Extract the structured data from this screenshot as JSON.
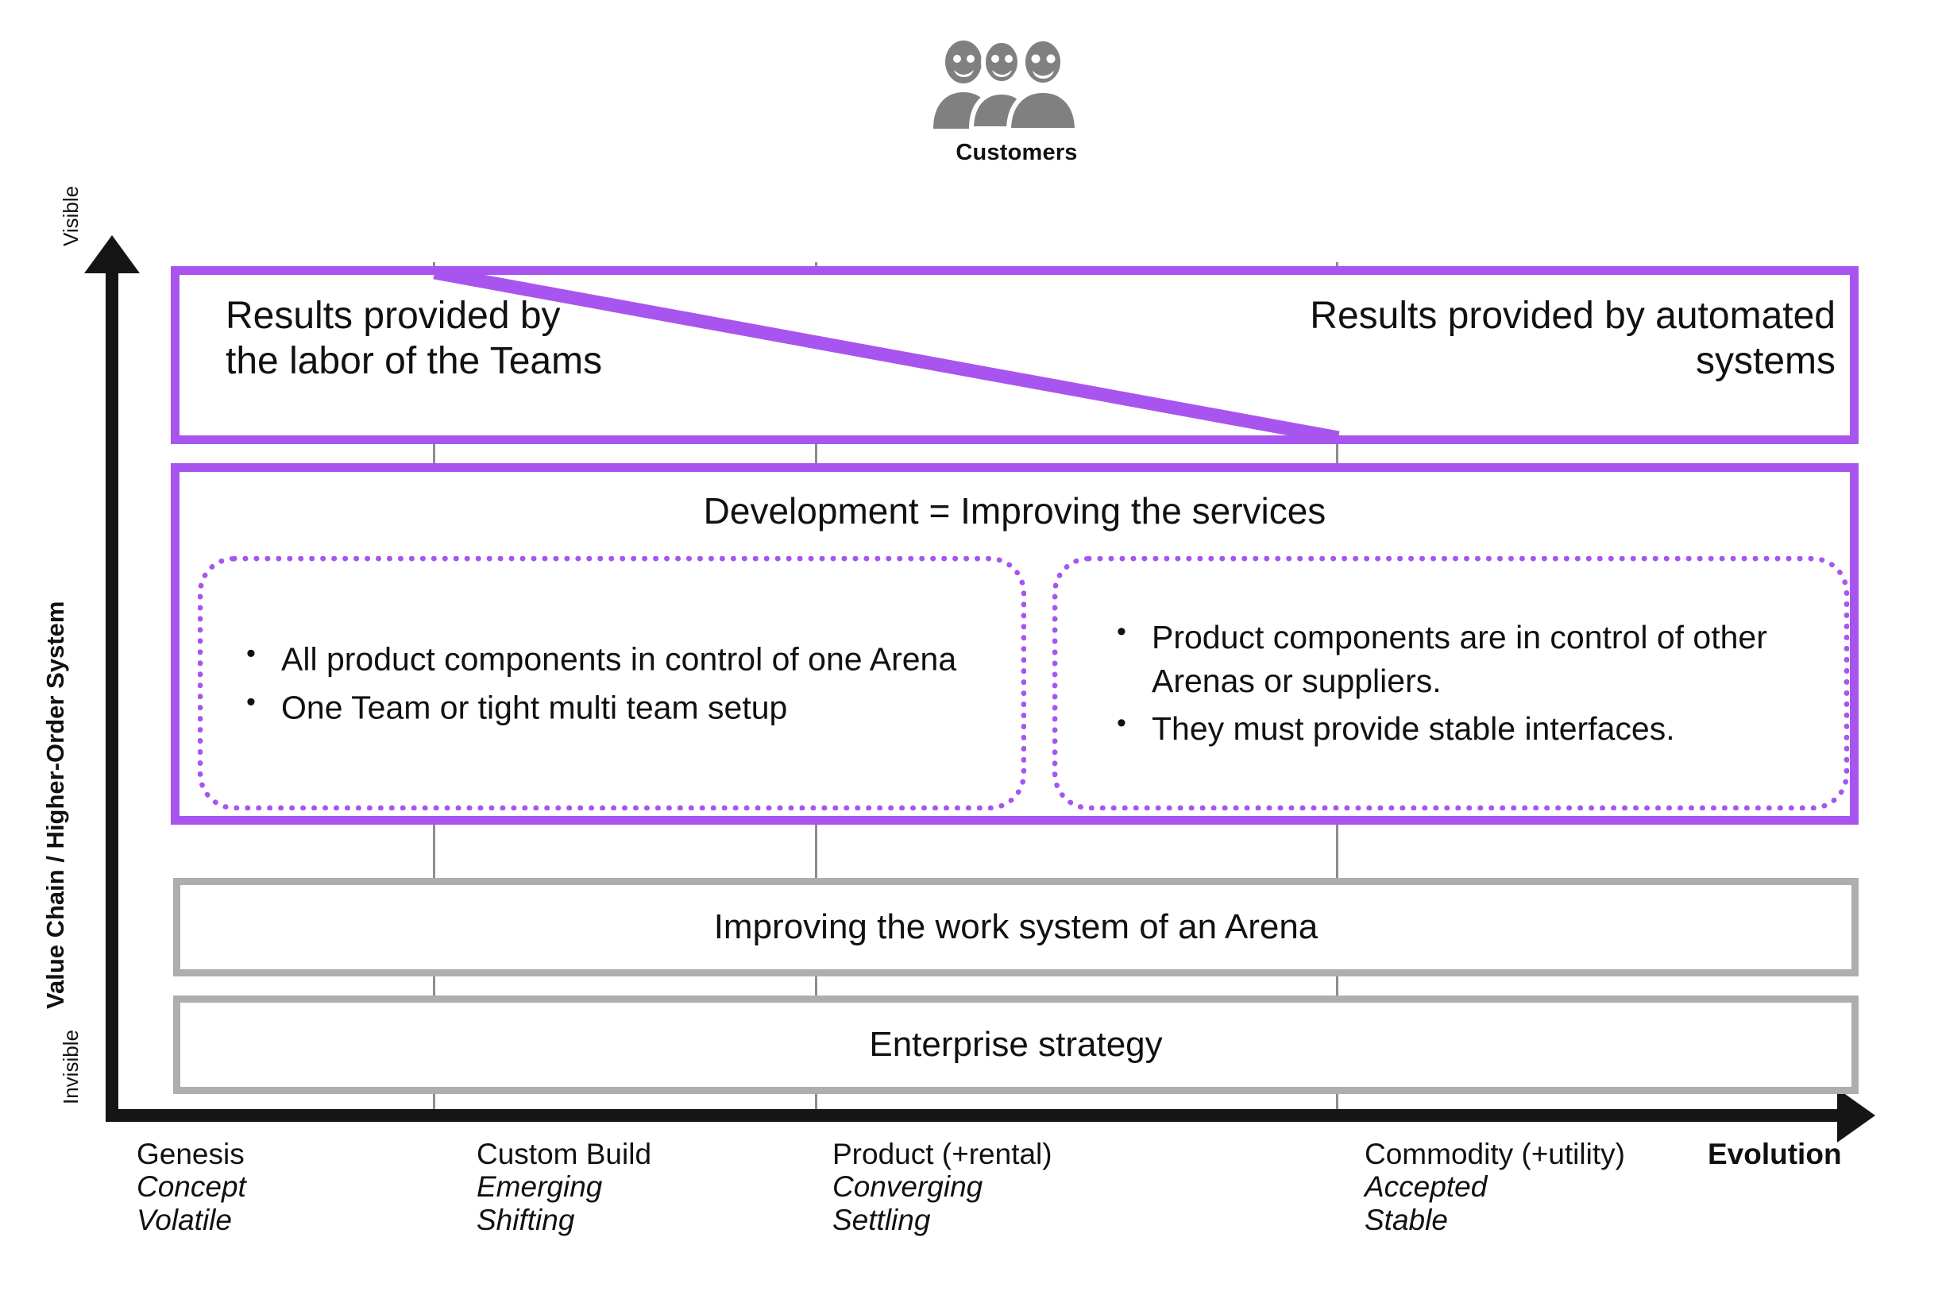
{
  "customers": {
    "label": "Customers",
    "icon": "people-group-icon",
    "color": "#808080"
  },
  "axes": {
    "y": {
      "title": "Value Chain / Higher-Order System",
      "top_label": "Visible",
      "bottom_label": "Invisible"
    },
    "x": {
      "title": "Evolution",
      "ticks": [
        {
          "name": "Genesis",
          "line2": "Concept",
          "line3": "Volatile"
        },
        {
          "name": "Custom Build",
          "line2": "Emerging",
          "line3": "Shifting"
        },
        {
          "name": "Product (+rental)",
          "line2": "Converging",
          "line3": "Settling"
        },
        {
          "name": "Commodity (+utility)",
          "line2": "Accepted",
          "line3": "Stable"
        }
      ]
    }
  },
  "bands": {
    "results": {
      "left_text": "Results provided by\nthe labor of the Teams",
      "left_line1": "Results provided by",
      "left_line2": "the labor of the Teams",
      "right_line1": "Results provided by automated",
      "right_line2": "systems",
      "border_color": "#a855ef"
    },
    "development": {
      "title": "Development = Improving the services",
      "border_color": "#a855ef",
      "left_box": {
        "bullets": [
          "All product components in control of one Arena",
          "One Team or tight multi team setup"
        ]
      },
      "right_box": {
        "bullets": [
          "Product components are in control of other Arenas or suppliers.",
          "They must provide stable interfaces."
        ]
      }
    },
    "work_system": {
      "title": "Improving the work system of an Arena",
      "border_color": "#aeaeae"
    },
    "enterprise": {
      "title": "Enterprise strategy",
      "border_color": "#aeaeae"
    }
  },
  "chart_data": {
    "type": "diagram",
    "title": "Wardley-style value chain / evolution map",
    "xlabel": "Evolution",
    "ylabel": "Value Chain / Higher-Order System",
    "x_categories": [
      "Genesis",
      "Custom Build",
      "Product (+rental)",
      "Commodity (+utility)"
    ],
    "x_sublabels_1": [
      "Concept",
      "Emerging",
      "Converging",
      "Accepted"
    ],
    "x_sublabels_2": [
      "Volatile",
      "Shifting",
      "Settling",
      "Stable"
    ],
    "y_range_labels": [
      "Invisible",
      "Visible"
    ],
    "rows": [
      {
        "label": "Results provided by the labor of the Teams / Results provided by automated systems",
        "style": "purple",
        "span": "full"
      },
      {
        "label": "Development = Improving the services",
        "style": "purple",
        "span": "full"
      },
      {
        "label": "Improving the work system of an Arena",
        "style": "gray",
        "span": "full"
      },
      {
        "label": "Enterprise strategy",
        "style": "gray",
        "span": "full"
      }
    ],
    "annotations": [
      "Customers sit above the top-most visible row",
      "A diagonal purple line separates team-provided results (left) from automated-system results (right), running from the Custom Build / Product boundary at the top down to the Commodity gridline at the bottom"
    ],
    "grid": true,
    "legend": "none"
  }
}
